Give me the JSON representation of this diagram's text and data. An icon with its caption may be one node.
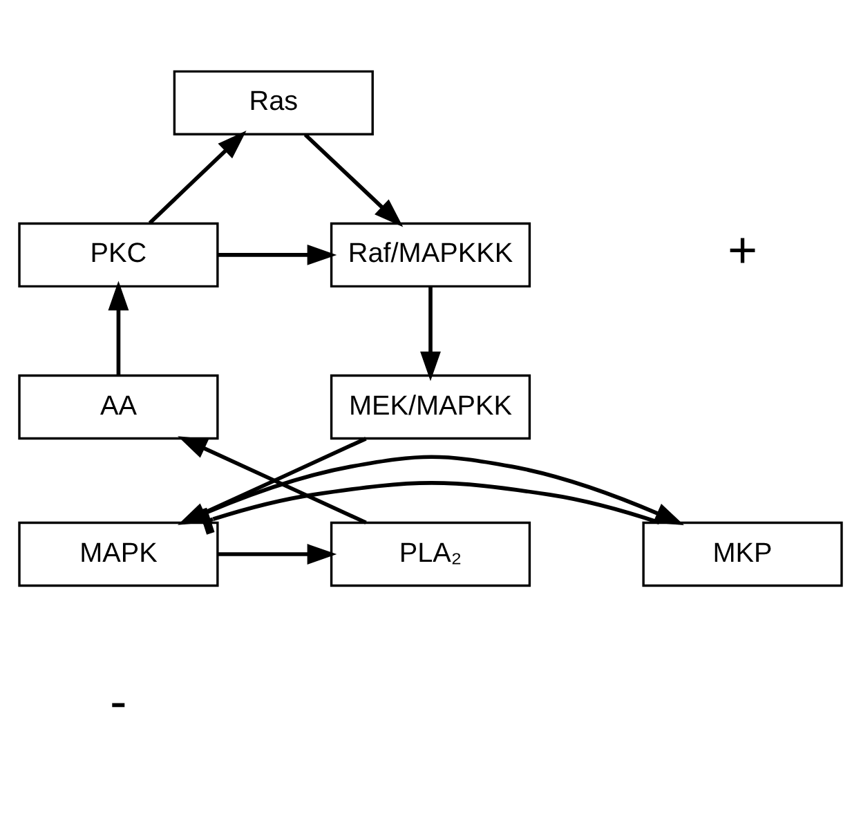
{
  "diagram": {
    "nodes": [
      {
        "text": [
          "Ras"
        ]
      },
      {
        "text": [
          "PKC"
        ]
      },
      {
        "text": [
          "Raf/MAPKKK"
        ]
      },
      {
        "text": [
          "AA"
        ]
      },
      {
        "text": [
          "MEK/MAPKK"
        ]
      },
      {
        "text": [
          "PLA₂"
        ]
      },
      {
        "text": [
          "MAPK"
        ]
      },
      {
        "text": [
          "MKP"
        ]
      }
    ],
    "edges": [
      {
        "from": 1,
        "to": 0,
        "arrow": "to"
      },
      {
        "from": 0,
        "to": 2,
        "arrow": "to"
      },
      {
        "from": 1,
        "to": 2,
        "arrow": "to"
      },
      {
        "from": 2,
        "to": 4,
        "arrow": "to"
      },
      {
        "from": 4,
        "to": 6,
        "arrow": "to"
      },
      {
        "from": 6,
        "to": 5,
        "arrow": "to"
      },
      {
        "from": 5,
        "to": 3,
        "arrow": "to"
      },
      {
        "from": 3,
        "to": 1,
        "arrow": "to"
      },
      {
        "from": 7,
        "to": 6,
        "arrow": "other"
      },
      {
        "from": 6,
        "to": 7,
        "arrow": "to"
      }
    ],
    "labels": [
      "+",
      "-"
    ]
  }
}
